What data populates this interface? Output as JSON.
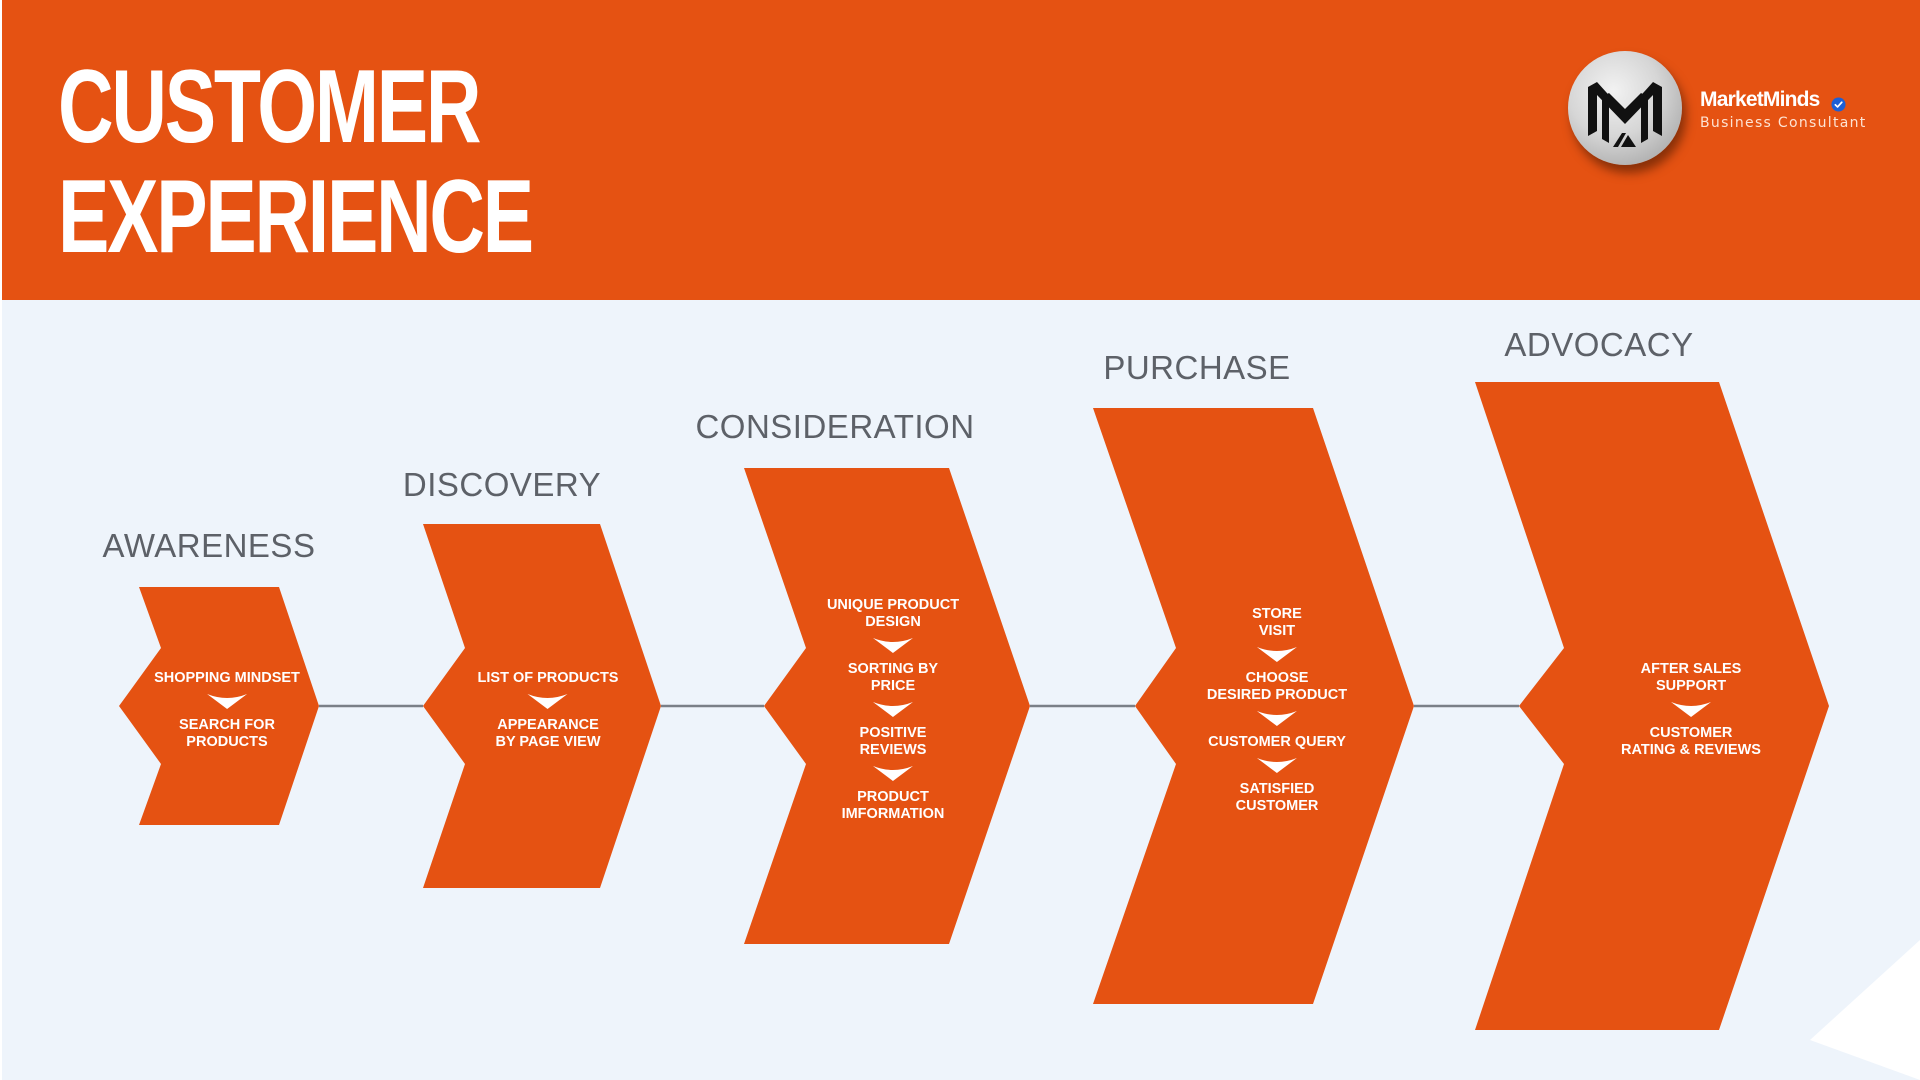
{
  "header": {
    "title_lines": [
      "CUSTOMER",
      "EXPERIENCE"
    ],
    "brand": {
      "name": "MarketMinds",
      "subtitle": "Business Consultant",
      "logo_icon": "mm-monogram-logo",
      "verified_icon": "verified-check-icon"
    }
  },
  "colors": {
    "accent": "#e55212",
    "background": "#eef4fb",
    "label": "#5d6168",
    "connector": "#7a7f87",
    "verified": "#1d5fd6"
  },
  "stages": [
    {
      "label": "AWARENESS",
      "steps": [
        [
          "SHOPPING MINDSET"
        ],
        [
          "SEARCH FOR",
          "PRODUCTS"
        ]
      ]
    },
    {
      "label": "DISCOVERY",
      "steps": [
        [
          "LIST OF PRODUCTS"
        ],
        [
          "APPEARANCE",
          "BY PAGE VIEW"
        ]
      ]
    },
    {
      "label": "CONSIDERATION",
      "steps": [
        [
          "UNIQUE PRODUCT",
          "DESIGN"
        ],
        [
          "SORTING BY",
          "PRICE"
        ],
        [
          "POSITIVE",
          "REVIEWS"
        ],
        [
          "PRODUCT",
          "IMFORMATION"
        ]
      ]
    },
    {
      "label": "PURCHASE",
      "steps": [
        [
          "STORE",
          "VISIT"
        ],
        [
          "CHOOSE",
          "DESIRED PRODUCT"
        ],
        [
          "CUSTOMER QUERY"
        ],
        [
          "SATISFIED",
          "CUSTOMER"
        ]
      ]
    },
    {
      "label": "ADVOCACY",
      "steps": [
        [
          "AFTER SALES",
          "SUPPORT"
        ],
        [
          "CUSTOMER",
          "RATING & REVIEWS"
        ]
      ]
    }
  ]
}
